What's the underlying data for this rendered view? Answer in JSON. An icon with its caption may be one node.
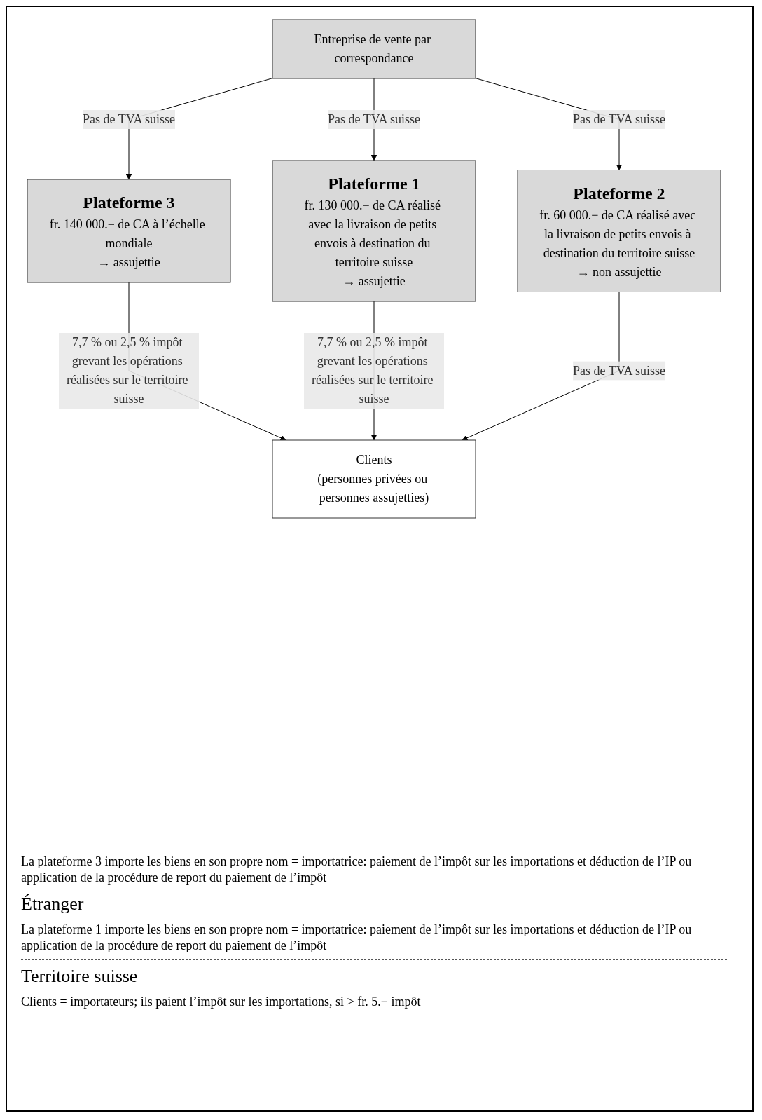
{
  "diagram": {
    "nodes": [
      {
        "text": [
          "Entreprise de vente par correspondance"
        ]
      },
      {
        "text": [
          "Plateforme 1",
          "fr. 130 000.− de CA réalisé avec la livraison de petits envois à destination du territoire suisse",
          "→ assujettie"
        ]
      },
      {
        "text": [
          "Plateforme 2",
          "fr. 60 000.− de CA réalisé avec la livraison de petits envois à destination du territoire suisse",
          "→ non assujettie"
        ]
      },
      {
        "text": [
          "Plateforme 3",
          "fr. 140 000.− de CA à l’échelle mondiale",
          "→ assujettie"
        ]
      },
      {
        "text": [
          "Clients",
          "(personnes privées ou personnes assujetties)"
        ]
      }
    ],
    "edges": [
      {
        "from": 0,
        "to": 3,
        "arrow": "to",
        "label": "Pas de TVA suisse"
      },
      {
        "from": 0,
        "to": 1,
        "arrow": "to",
        "label": "Pas de TVA suisse"
      },
      {
        "from": 0,
        "to": 2,
        "arrow": "to",
        "label": "Pas de TVA suisse"
      },
      {
        "from": 3,
        "to": 4,
        "arrow": "to",
        "label": "7,7 % ou 2,5 % impôt grevant les opérations réalisées sur le territoire suisse"
      },
      {
        "from": 1,
        "to": 4,
        "arrow": "to",
        "label": "7,7 % ou 2,5 % impôt grevant les opérations réalisées sur le territoire suisse"
      },
      {
        "from": 2,
        "to": 4,
        "arrow": "to",
        "label": "Pas de TVA suisse"
      }
    ],
    "labels": [
      "La plateforme 3 importe les biens en son propre nom = importatrice: paiement de l’impôt sur les importations et déduction de l’IP ou application de la procédure de report du paiement de l’impôt",
      "Étranger",
      "La plateforme 1 importe les biens en son propre nom = importatrice: paiement de l’impôt sur les importations et déduction de l’IP ou application de la procédure de report du paiement de l’impôt",
      "Territoire suisse",
      "Clients = importateurs; ils paient l’impôt sur les importations, si > fr. 5.− impôt"
    ]
  }
}
